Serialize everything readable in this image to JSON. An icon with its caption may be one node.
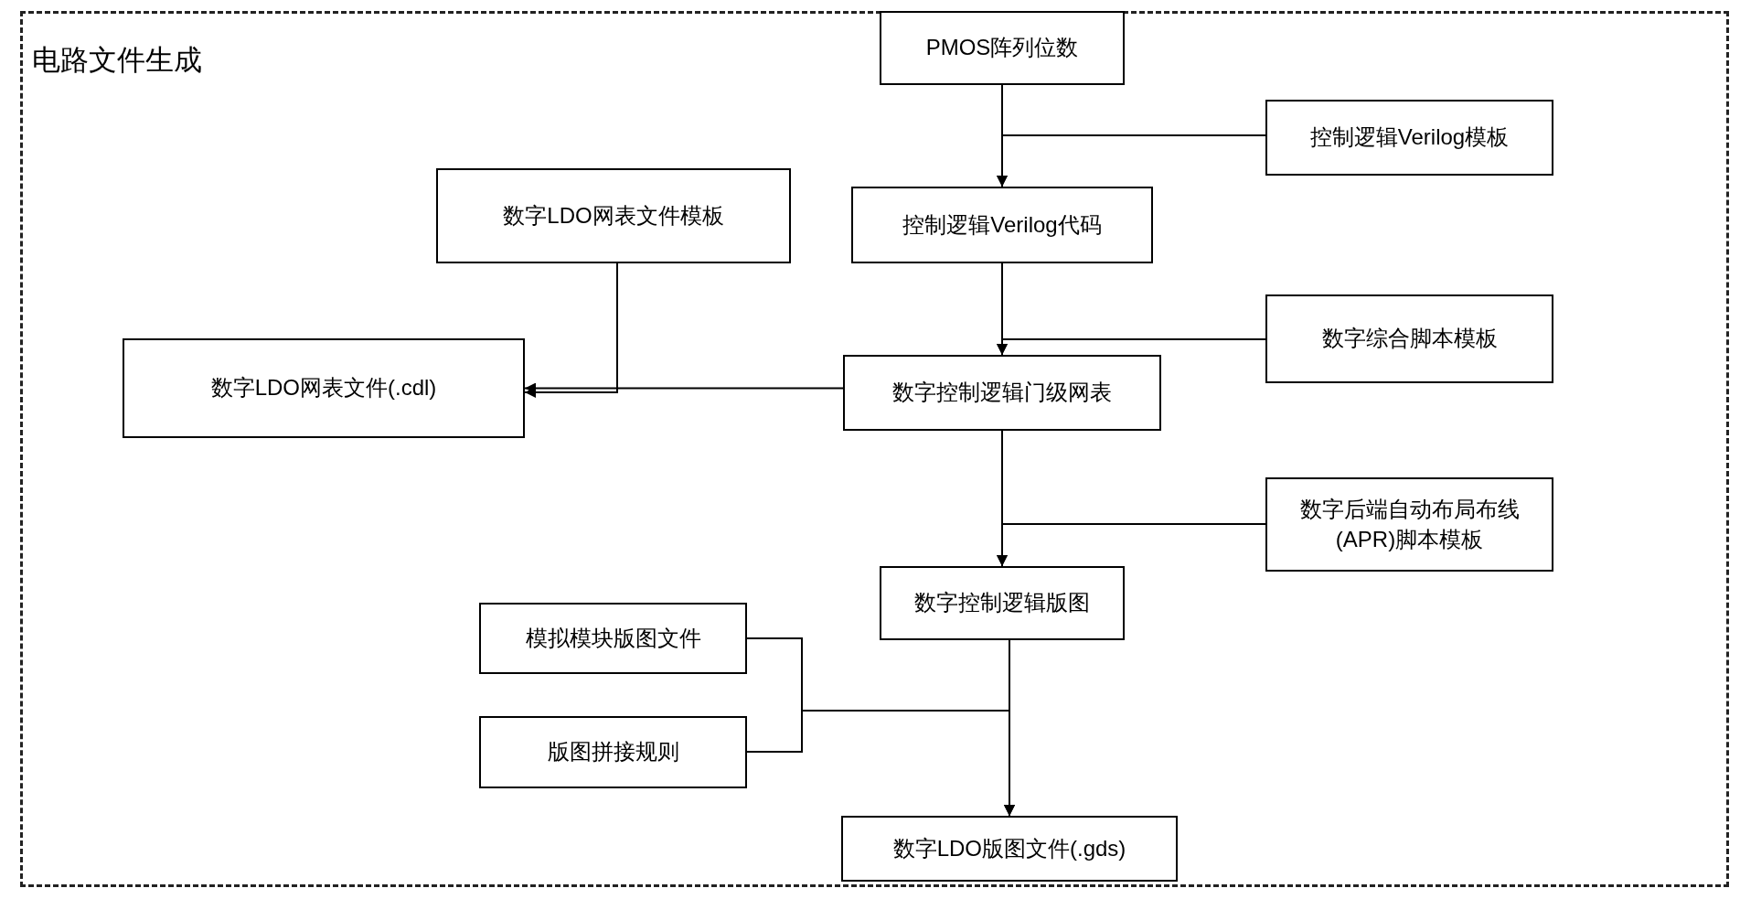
{
  "diagram": {
    "nodes": [
      {
        "text": [
          "电路文件生成"
        ]
      },
      {
        "text": [
          "PMOS阵列位数"
        ],
        "in": 0
      },
      {
        "text": [
          "控制逻辑Verilog模板"
        ],
        "in": 0
      },
      {
        "text": [
          "控制逻辑Verilog代码"
        ],
        "in": 0
      },
      {
        "text": [
          "数字LDO网表文件模板"
        ],
        "in": 0
      },
      {
        "text": [
          "数字综合脚本模板"
        ],
        "in": 0
      },
      {
        "text": [
          "数字LDO网表文件(.cdl)"
        ],
        "in": 0
      },
      {
        "text": [
          "数字控制逻辑门级网表"
        ],
        "in": 0
      },
      {
        "text": [
          "数字后端自动布局布线 (APR)脚本模板"
        ],
        "in": 0
      },
      {
        "text": [
          "数字控制逻辑版图"
        ],
        "in": 0
      },
      {
        "text": [
          "模拟模块版图文件"
        ],
        "in": 0
      },
      {
        "text": [
          "版图拼接规则"
        ],
        "in": 0
      },
      {
        "text": [
          "数字LDO版图文件(.gds)"
        ],
        "in": 0
      }
    ],
    "edges": [
      {
        "from": 1,
        "to": 3,
        "arrow": "to"
      },
      {
        "from": 2,
        "to": 3,
        "arrow": "to"
      },
      {
        "from": 3,
        "to": 7,
        "arrow": "to"
      },
      {
        "from": 5,
        "to": 7,
        "arrow": "to"
      },
      {
        "from": 7,
        "to": 6,
        "arrow": "to"
      },
      {
        "from": 4,
        "to": 6,
        "arrow": "to"
      },
      {
        "from": 7,
        "to": 9,
        "arrow": "to"
      },
      {
        "from": 8,
        "to": 9,
        "arrow": "to"
      },
      {
        "from": 9,
        "to": 12,
        "arrow": "to"
      },
      {
        "from": 10,
        "to": 12,
        "arrow": "to"
      },
      {
        "from": 11,
        "to": 12,
        "arrow": "to"
      }
    ]
  }
}
